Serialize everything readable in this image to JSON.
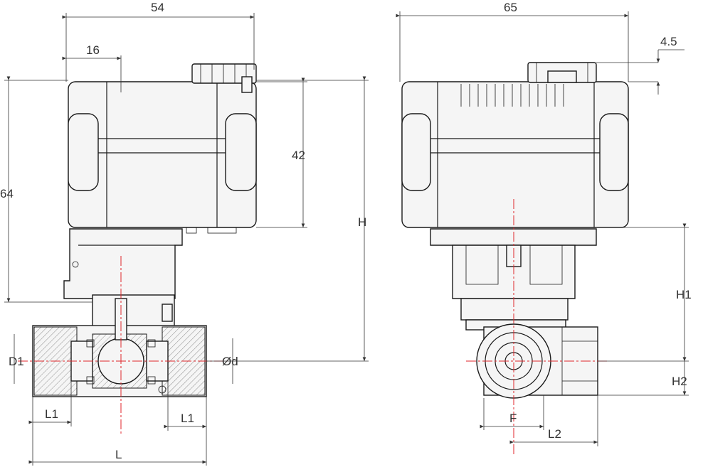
{
  "dimensions": {
    "front_width": "54",
    "front_offset": "16",
    "front_height": "64",
    "actuator_height": "42",
    "overall_height": "H",
    "port_diameter": "D1",
    "bore": "Ød",
    "thread_length_left": "L1",
    "thread_length_right": "L1",
    "overall_length": "L",
    "side_width": "65",
    "knob_offset": "4.5",
    "lower_height": "H1",
    "center_height": "H2",
    "hex_width": "F",
    "port_length": "L2"
  },
  "colors": {
    "line": "#1a1a1a",
    "centerline": "#e0262b",
    "body_fill": "#f5f5f5"
  }
}
